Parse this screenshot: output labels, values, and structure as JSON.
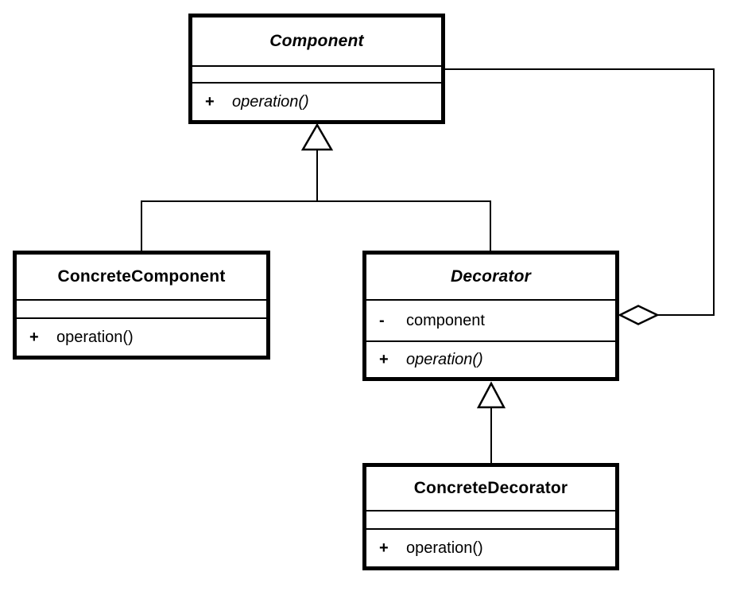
{
  "diagram": {
    "type": "uml-class-diagram",
    "colors": {
      "background": "#ffffff",
      "line": "#000000",
      "box_fill": "#ffffff"
    },
    "classes": [
      {
        "name": "Component",
        "abstract": true,
        "attributes": [],
        "methods": [
          {
            "visibility": "+",
            "name": "operation()",
            "abstract": true
          }
        ]
      },
      {
        "name": "ConcreteComponent",
        "abstract": false,
        "attributes": [],
        "methods": [
          {
            "visibility": "+",
            "name": "operation()",
            "abstract": false
          }
        ]
      },
      {
        "name": "Decorator",
        "abstract": true,
        "attributes": [
          {
            "visibility": "-",
            "name": "component"
          }
        ],
        "methods": [
          {
            "visibility": "+",
            "name": "operation()",
            "abstract": true
          }
        ]
      },
      {
        "name": "ConcreteDecorator",
        "abstract": false,
        "attributes": [],
        "methods": [
          {
            "visibility": "+",
            "name": "operation()",
            "abstract": false
          }
        ]
      }
    ],
    "relationships": [
      {
        "type": "generalization",
        "from": "ConcreteComponent",
        "to": "Component"
      },
      {
        "type": "generalization",
        "from": "Decorator",
        "to": "Component"
      },
      {
        "type": "generalization",
        "from": "ConcreteDecorator",
        "to": "Decorator"
      },
      {
        "type": "aggregation",
        "owner": "Decorator",
        "part": "Component"
      }
    ]
  }
}
